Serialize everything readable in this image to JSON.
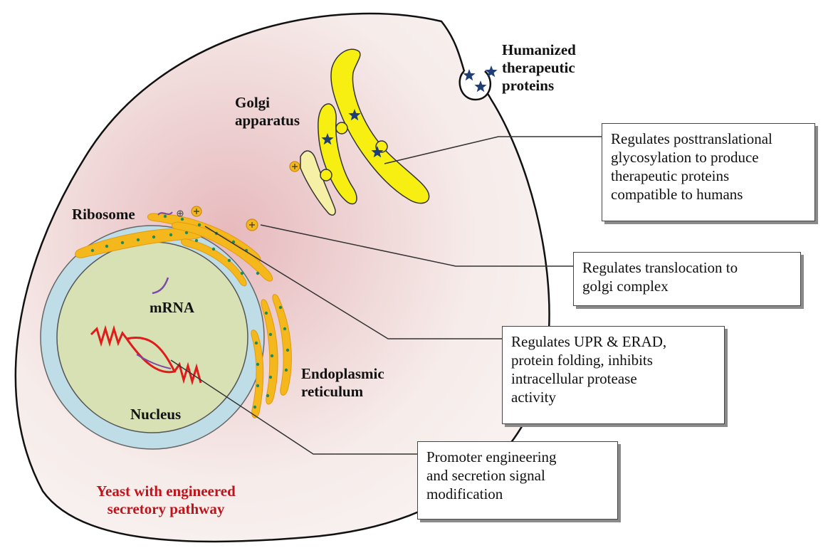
{
  "colors": {
    "cell_fill": "#f6ecea",
    "cell_glow": "#e7b9bd",
    "nucleus_fill": "#d7e1b3",
    "nuclear_envelope": "#bfdde6",
    "er": "#f4b81c",
    "golgi": "#f7ee12",
    "star": "#1f3e78",
    "dna": "#e01b1b",
    "mrna": "#7a4aa8",
    "title_red": "#c0141c"
  },
  "labels": {
    "humanized": [
      "Humanized",
      "therapeutic",
      "proteins"
    ],
    "golgi": [
      "Golgi",
      "apparatus"
    ],
    "ribosome": "Ribosome",
    "mrna": "mRNA",
    "nucleus": "Nucleus",
    "er": [
      "Endoplasmic",
      "reticulum"
    ],
    "title": [
      "Yeast with engineered",
      "secretory pathway"
    ]
  },
  "callouts": [
    {
      "id": "golgi-glycosylation",
      "lines": [
        "Regulates posttranslational",
        "glycosylation to produce",
        "therapeutic proteins",
        "compatible to humans"
      ]
    },
    {
      "id": "translocation",
      "lines": [
        "Regulates translocation to",
        "golgi complex"
      ]
    },
    {
      "id": "upr-erad",
      "lines": [
        "Regulates UPR & ERAD,",
        "protein folding, inhibits",
        "intracellular protease",
        "activity"
      ]
    },
    {
      "id": "promoter",
      "lines": [
        "Promoter engineering",
        "and secretion signal",
        "modification"
      ]
    }
  ]
}
